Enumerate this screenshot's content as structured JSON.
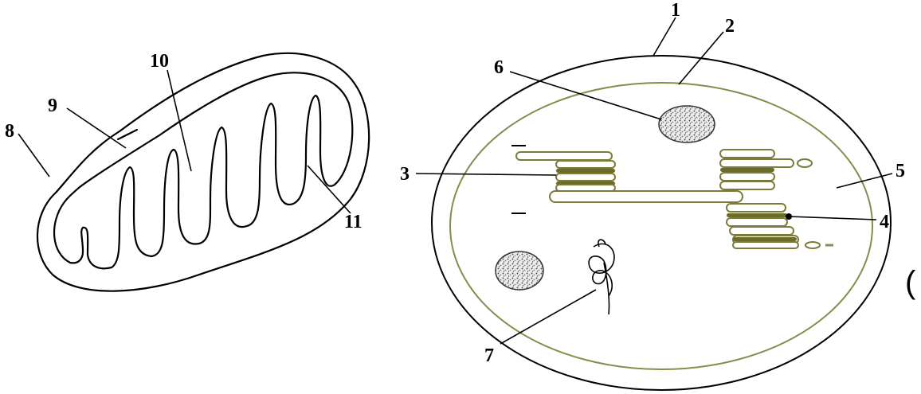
{
  "labels": {
    "l1": "1",
    "l2": "2",
    "l3": "3",
    "l4": "4",
    "l5": "5",
    "l6": "6",
    "l7": "7",
    "l8": "8",
    "l9": "9",
    "l10": "10",
    "l11": "11"
  },
  "edge_mark": "(",
  "colors": {
    "ink": "#000000",
    "membrane": "#7a7a3a"
  }
}
